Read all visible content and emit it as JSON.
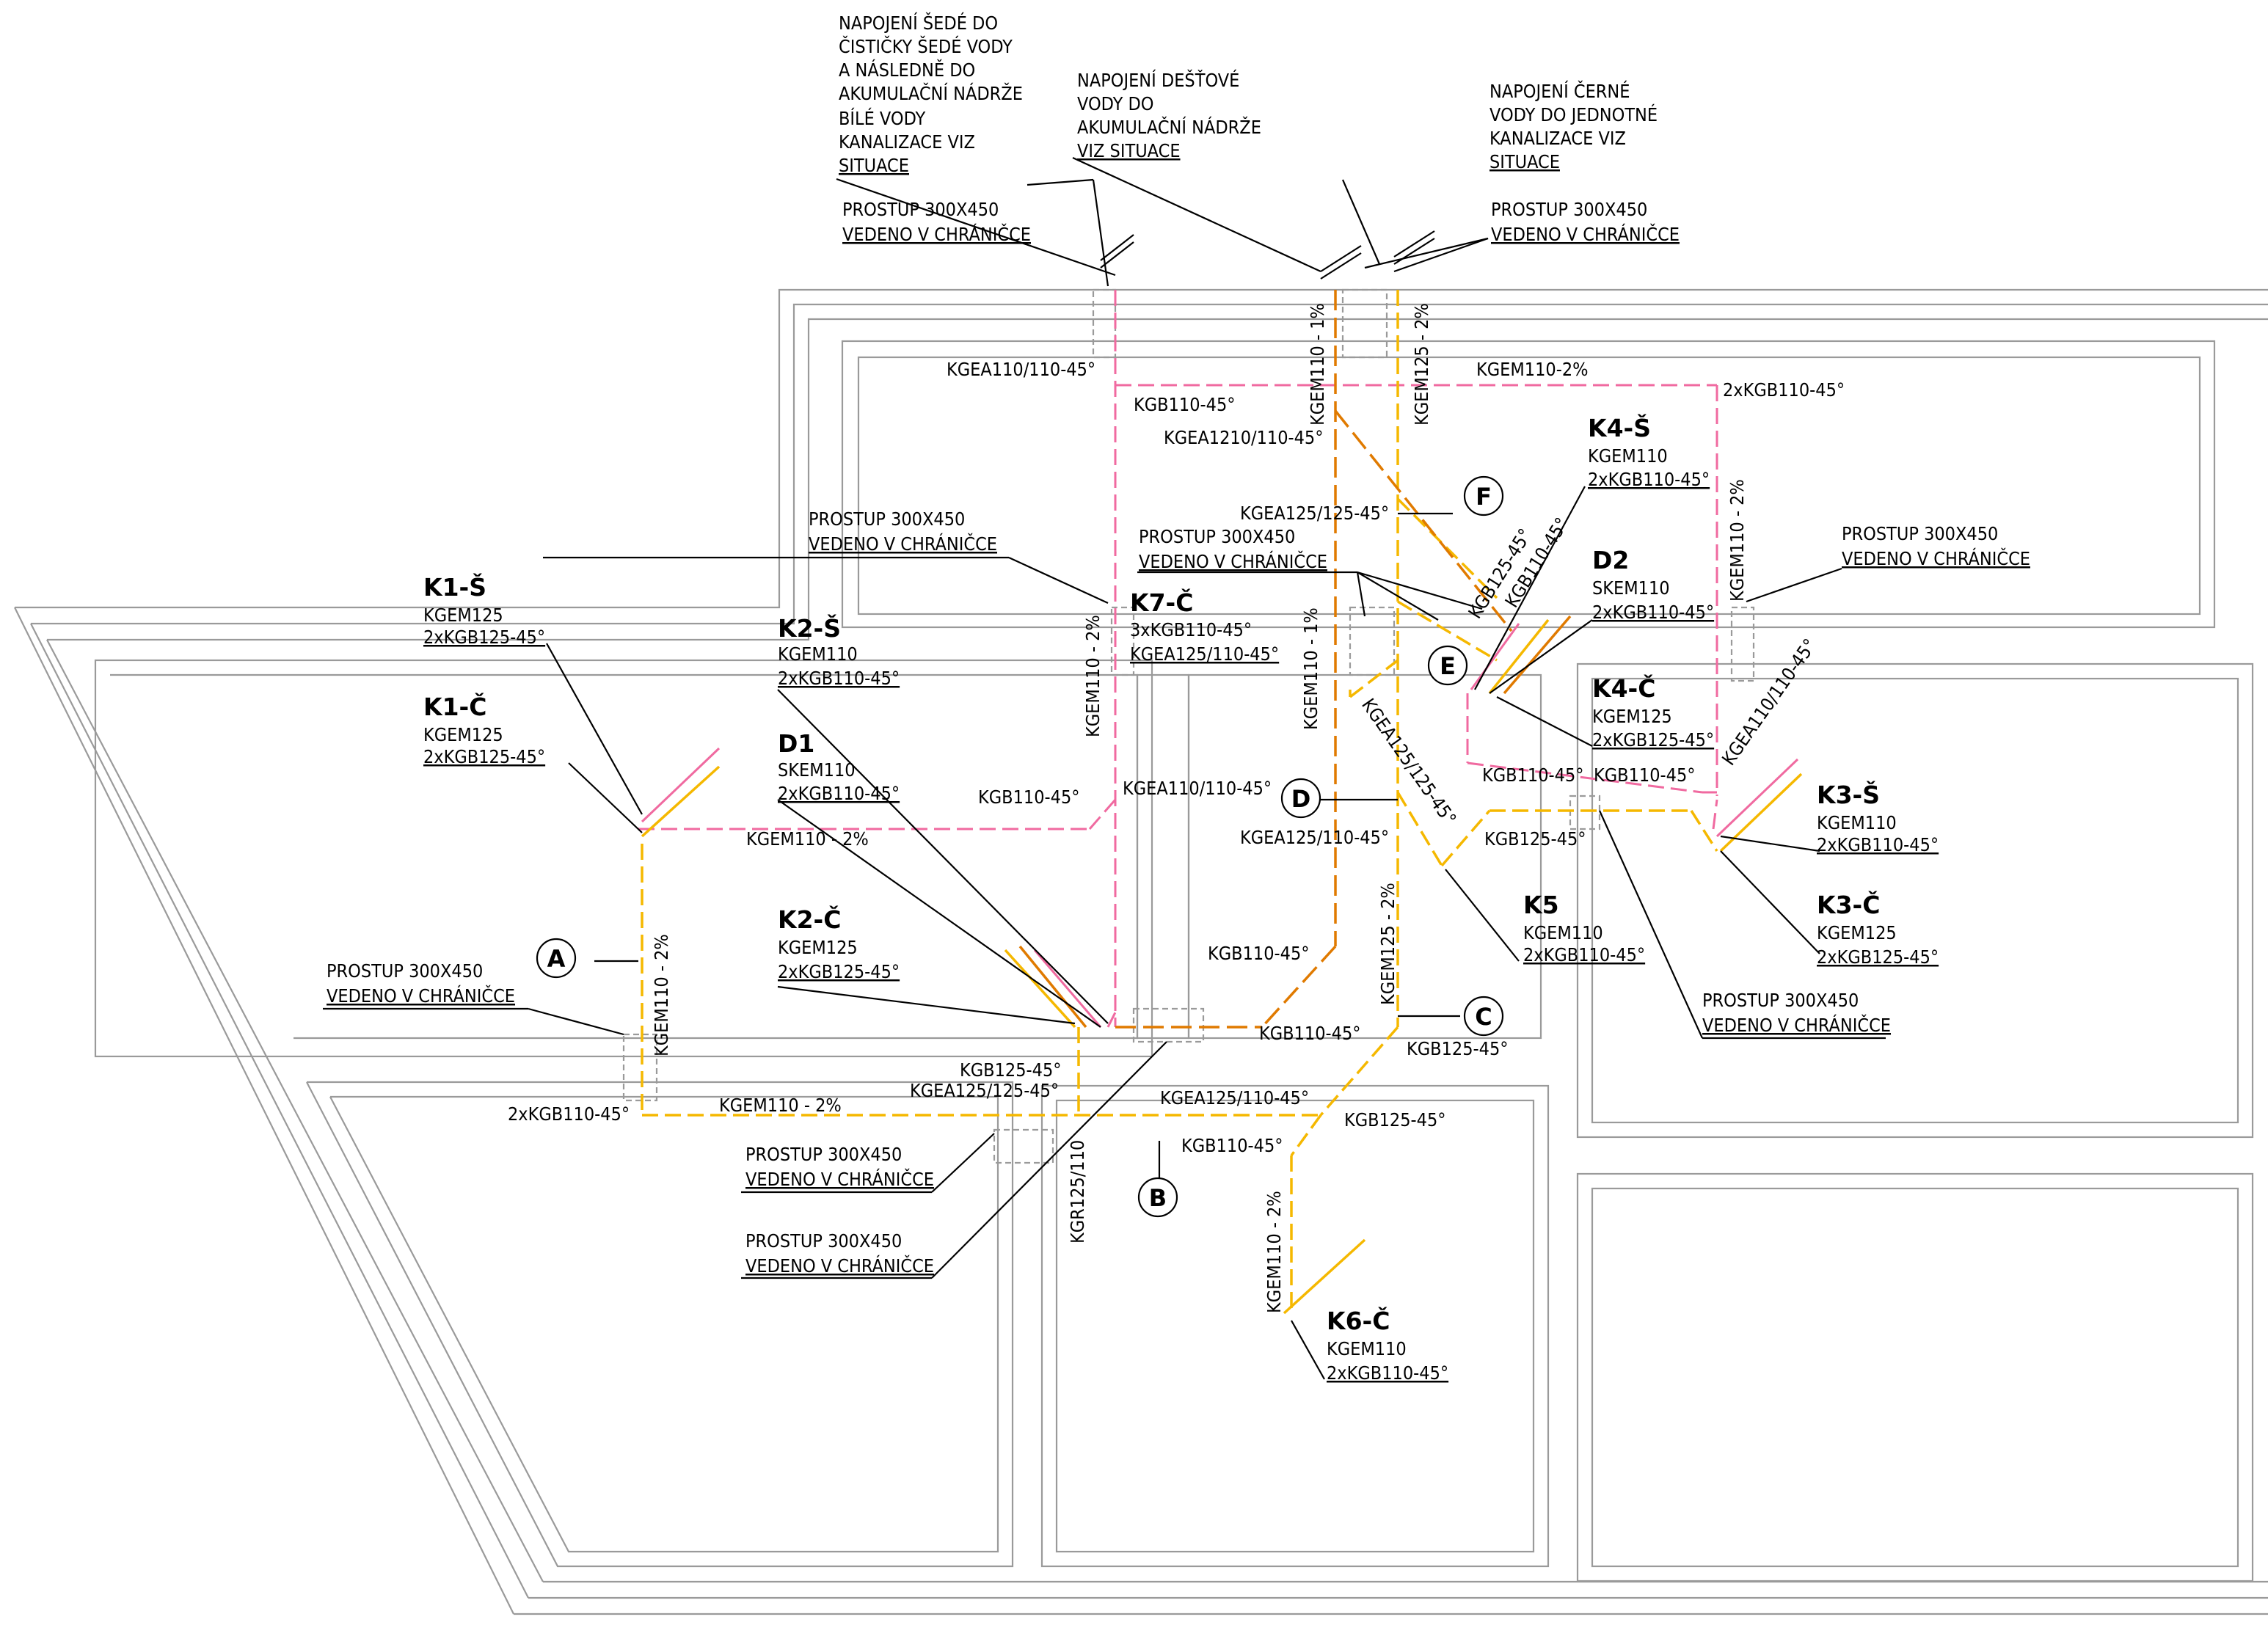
{
  "notes": {
    "grey": [
      "NAPOJENÍ ŠEDÉ DO",
      "ČISTIČKY ŠEDÉ VODY",
      "A NÁSLEDNĚ DO",
      "AKUMULAČNÍ NÁDRŽE",
      "BÍLÉ VODY",
      "KANALIZACE VIZ",
      "SITUACE"
    ],
    "rain": [
      "NAPOJENÍ DEŠŤOVÉ",
      "VODY DO",
      "AKUMULAČNÍ NÁDRŽE",
      "VIZ SITUACE"
    ],
    "black": [
      "NAPOJENÍ ČERNÉ",
      "VODY DO JEDNOTNÉ",
      "KANALIZACE VIZ",
      "SITUACE"
    ]
  },
  "prostup": {
    "line1": "PROSTUP 300X450",
    "line2": "VEDENO V CHRÁNIČCE"
  },
  "nodes": {
    "k1s": {
      "title": "K1-Š",
      "l1": "KGEM125",
      "l2": "2xKGB125-45°"
    },
    "k1c": {
      "title": "K1-Č",
      "l1": "KGEM125",
      "l2": "2xKGB125-45°"
    },
    "k2s": {
      "title": "K2-Š",
      "l1": "KGEM110",
      "l2": "2xKGB110-45°"
    },
    "d1": {
      "title": "D1",
      "l1": "SKEM110",
      "l2": "2xKGB110-45°"
    },
    "k2c": {
      "title": "K2-Č",
      "l1": "KGEM125",
      "l2": "2xKGB125-45°"
    },
    "k7c": {
      "title": "K7-Č",
      "l1": "3xKGB110-45°",
      "l2": "KGEA125/110-45°"
    },
    "k4s": {
      "title": "K4-Š",
      "l1": "KGEM110",
      "l2": "2xKGB110-45°"
    },
    "d2": {
      "title": "D2",
      "l1": "SKEM110",
      "l2": "2xKGB110-45°"
    },
    "k4c": {
      "title": "K4-Č",
      "l1": "KGEM125",
      "l2": "2xKGB125-45°"
    },
    "k3s": {
      "title": "K3-Š",
      "l1": "KGEM110",
      "l2": "2xKGB110-45°"
    },
    "k3c": {
      "title": "K3-Č",
      "l1": "KGEM125",
      "l2": "2xKGB125-45°"
    },
    "k5": {
      "title": "K5",
      "l1": "KGEM110",
      "l2": "2xKGB110-45°"
    },
    "k6c": {
      "title": "K6-Č",
      "l1": "KGEM110",
      "l2": "2xKGB110-45°"
    }
  },
  "circles": [
    "A",
    "B",
    "C",
    "D",
    "E",
    "F"
  ],
  "pipe_labels": {
    "kgea110_top": "KGEA110/110-45°",
    "kgb110_top": "KGB110-45°",
    "kgem110_1pct_top": "KGEM110 - 1%",
    "kgem125_2pct_top": "KGEM125 - 2%",
    "kgem110_2pct_top": "KGEM110-2%",
    "twox_kgb110_top": "2xKGB110-45°",
    "kgea1210": "KGEA1210/110-45°",
    "kgea125_125_f": "KGEA125/125-45°",
    "kgb125_diag": "KGB125-45°",
    "kgb110_diag": "KGB110-45°",
    "kgem110_2pct_right": "KGEM110 - 2%",
    "kgem110_2pct_mid": "KGEM110 - 2%",
    "kgem110_1pct_mid": "KGEM110 - 1%",
    "kgea125_125_diag": "KGEA125/125-45°",
    "kgea110_110_right": "KGEA110/110-45°",
    "kgb110_pink_mid": "KGB110-45°",
    "kgea110_110_mid": "KGEA110/110-45°",
    "kgem110_2pct_hline": "KGEM110 - 2%",
    "kgb110_k4a": "KGB110-45°",
    "kgb110_k4b": "KGB110-45°",
    "kgb125_k5": "KGB125-45°",
    "kgea125_110_mid": "KGEA125/110-45°",
    "kgem125_2pct_mid": "KGEM125 - 2%",
    "kgb110_orange": "KGB110-45°",
    "kgb110_lower": "KGB110-45°",
    "kgb125_c": "KGB125-45°",
    "kgem110_2pct_a": "KGEM110 - 2%",
    "twox_kgb110_bl": "2xKGB110-45°",
    "kgem110_2pct_bottom": "KGEM110 - 2%",
    "kgb125_45_left": "KGB125-45°",
    "kgea125_125_left": "KGEA125/125-45°",
    "kgr125_110": "KGR125/110",
    "kgea125_110_bottom": "KGEA125/110-45°",
    "kgb125_bottom": "KGB125-45°",
    "kgb110_bottom": "KGB110-45°",
    "kgem110_2pct_k6": "KGEM110 - 2%"
  },
  "colors": {
    "grey_water": "#f06aa0",
    "black_water": "#f5b800",
    "rain_water": "#e07a00",
    "walls": "#9a9a9a"
  }
}
